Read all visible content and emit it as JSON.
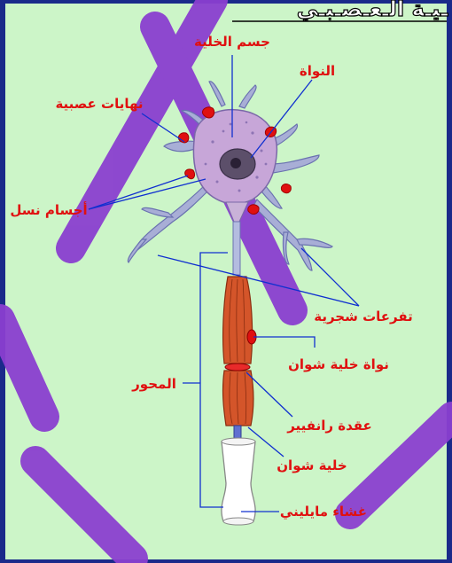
{
  "title_fragment": "ـيـة الـعـصـبـي",
  "labels": {
    "cell_body": "جسم الخلية",
    "nucleus": "النواة",
    "nerve_endings": "نهايات عصبية",
    "nissl_bodies": "أجسام نسل",
    "dendrites": "تفرعات شجرية",
    "schwann_nucleus": "نواة خلية شوان",
    "axon": "المحور",
    "ranvier_node": "عقدة رانفيير",
    "schwann_cell": "خلية شوان",
    "myelin_sheath": "غشاء مايليني"
  },
  "colors": {
    "frame": "#1a2a8a",
    "background": "#ccf5c8",
    "watermark": "#8a3fd0",
    "label": "#e01010",
    "leader": "#1030d0",
    "cell_body": "#c7a6d8",
    "myelin": "#d4552a"
  }
}
